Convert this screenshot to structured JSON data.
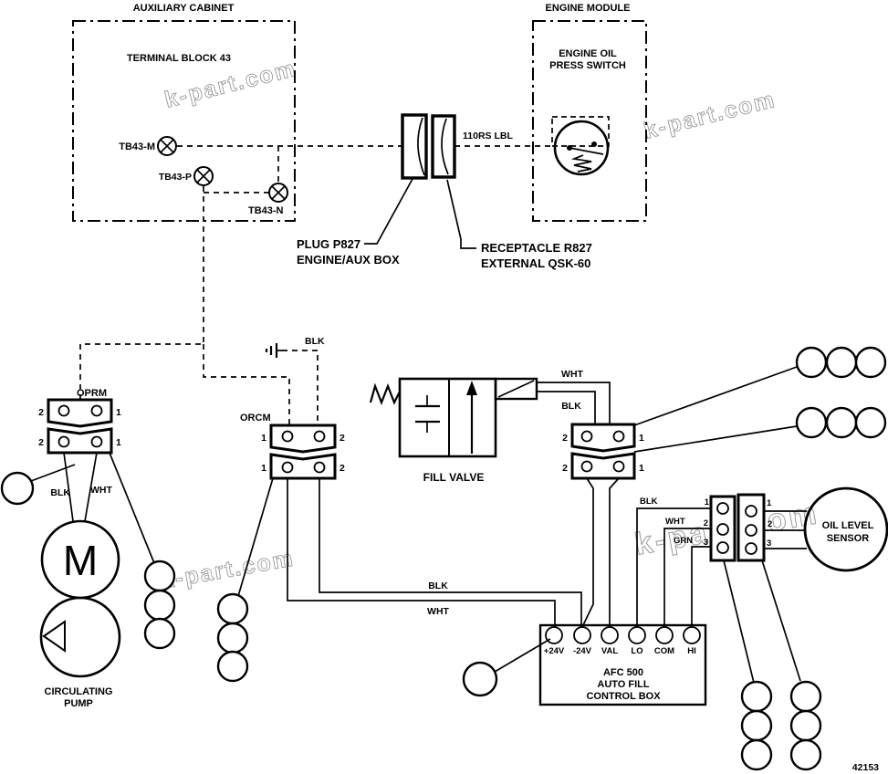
{
  "drawing_number": "42153",
  "watermark": "k-part.com",
  "colors": {
    "line": "#000000",
    "watermark": "#9a9a9a",
    "background": "#ffffff"
  },
  "auxiliary_cabinet": {
    "title": "AUXILIARY CABINET",
    "subtitle": "TERMINAL BLOCK 43",
    "terminal_m": "TB43-M",
    "terminal_p": "TB43-P",
    "terminal_n": "TB43-N"
  },
  "engine_module": {
    "title": "ENGINE MODULE",
    "switch_line1": "ENGINE OIL",
    "switch_line2": "PRESS SWITCH"
  },
  "interconnect": {
    "wire_label": "110RS LBL",
    "plug_line1": "PLUG P827",
    "plug_line2": "ENGINE/AUX BOX",
    "receptacle_line1": "RECEPTACLE R827",
    "receptacle_line2": "EXTERNAL QSK-60"
  },
  "oprm_connector": {
    "name": "OPRM",
    "pin_top_left": "2",
    "pin_top_right": "1",
    "pin_bottom_left": "2",
    "pin_bottom_right": "1",
    "wire_black": "BLK",
    "wire_white": "WHT"
  },
  "orcm_connector": {
    "name": "ORCM",
    "pin_top_left": "1",
    "pin_top_right": "2",
    "pin_bottom_left": "1",
    "pin_bottom_right": "2",
    "ground_wire": "BLK",
    "wire_black": "BLK",
    "wire_white": "WHT"
  },
  "circulating_pump": {
    "label_line1": "CIRCULATING",
    "label_line2": "PUMP",
    "motor_letter": "M"
  },
  "fill_valve": {
    "label": "FILL VALVE",
    "wire_white": "WHT",
    "wire_black": "BLK"
  },
  "valve_connector": {
    "pin_top_left": "2",
    "pin_top_right": "1",
    "pin_bottom_left": "2",
    "pin_bottom_right": "1"
  },
  "oil_level_sensor": {
    "label_line1": "OIL LEVEL",
    "label_line2": "SENSOR",
    "wire_black": "BLK",
    "wire_white": "WHT",
    "wire_green": "GRN",
    "pin1": "1",
    "pin2": "2",
    "pin3": "3"
  },
  "control_box": {
    "terminal_labels": [
      "+24V",
      "-24V",
      "VAL",
      "LO",
      "COM",
      "HI"
    ],
    "name_line1": "AFC 500",
    "name_line2": "AUTO FILL",
    "name_line3": "CONTROL BOX"
  }
}
